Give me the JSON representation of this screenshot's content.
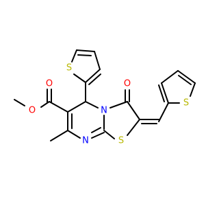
{
  "molecule": {
    "atoms": {
      "o_carbonyl": {
        "symbol": "O",
        "color": "#ff0000"
      },
      "o_ether": {
        "symbol": "O",
        "color": "#ff0000"
      },
      "o_ketone": {
        "symbol": "O",
        "color": "#ff0000"
      },
      "s_top_thiophene": {
        "symbol": "S",
        "color": "#b8b800"
      },
      "s_right_thiophene": {
        "symbol": "S",
        "color": "#b8b800"
      },
      "s_thiazole": {
        "symbol": "S",
        "color": "#b8b800"
      },
      "n_ring": {
        "symbol": "N",
        "color": "#0000ff"
      },
      "n_imine": {
        "symbol": "N",
        "color": "#0000ff"
      }
    }
  }
}
